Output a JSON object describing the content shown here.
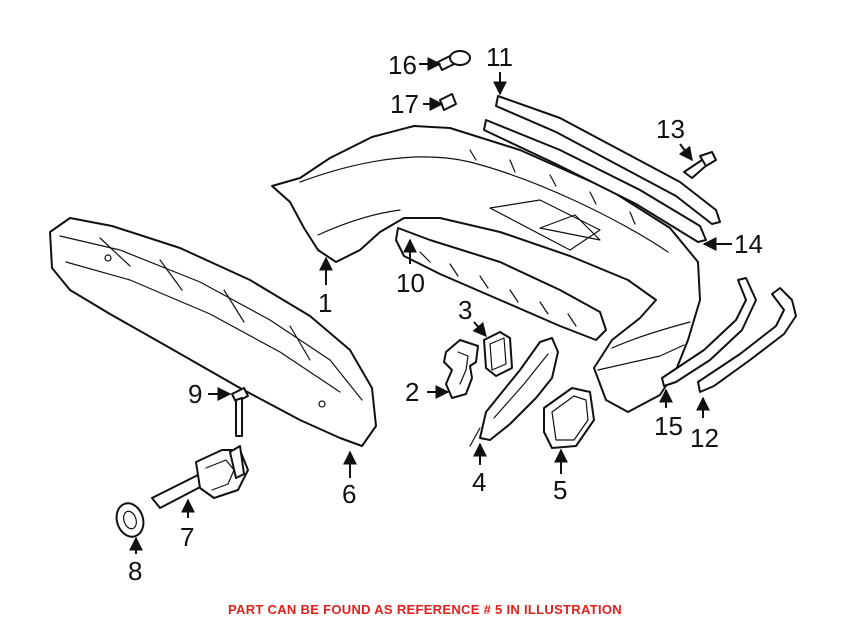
{
  "callouts": [
    {
      "id": "1",
      "label": "1"
    },
    {
      "id": "2",
      "label": "2"
    },
    {
      "id": "3",
      "label": "3"
    },
    {
      "id": "4",
      "label": "4"
    },
    {
      "id": "5",
      "label": "5"
    },
    {
      "id": "6",
      "label": "6"
    },
    {
      "id": "7",
      "label": "7"
    },
    {
      "id": "8",
      "label": "8"
    },
    {
      "id": "9",
      "label": "9"
    },
    {
      "id": "10",
      "label": "10"
    },
    {
      "id": "11",
      "label": "11"
    },
    {
      "id": "12",
      "label": "12"
    },
    {
      "id": "13",
      "label": "13"
    },
    {
      "id": "14",
      "label": "14"
    },
    {
      "id": "15",
      "label": "15"
    },
    {
      "id": "16",
      "label": "16"
    },
    {
      "id": "17",
      "label": "17"
    }
  ],
  "footer": {
    "note": "PART CAN BE FOUND AS REFERENCE # 5 IN ILLUSTRATION",
    "color": "#e0201a"
  }
}
